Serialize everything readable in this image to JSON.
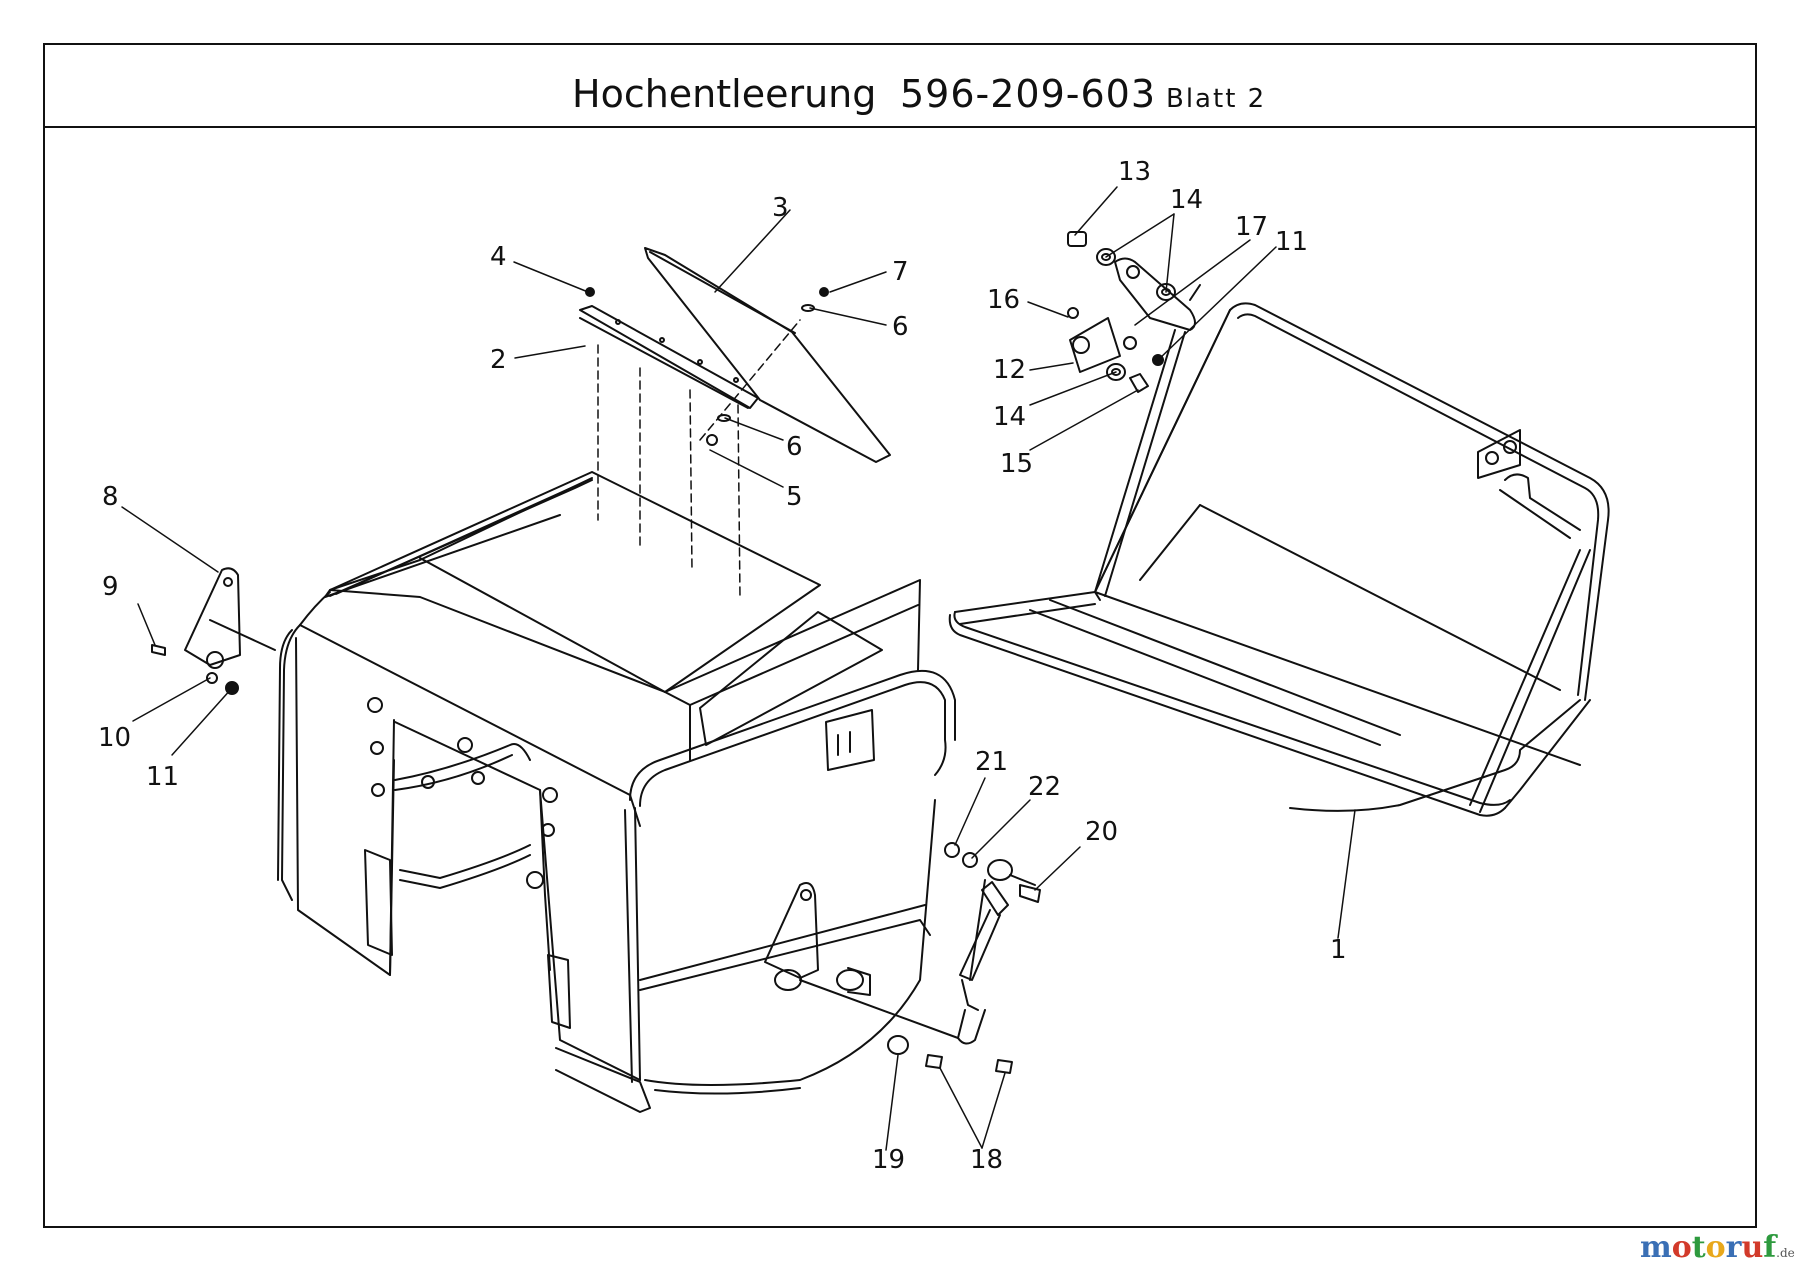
{
  "header": {
    "title": "Hochentleerung",
    "part_number": "596-209-603",
    "sheet": "Blatt 2"
  },
  "callouts": [
    {
      "id": "c1",
      "label": "1"
    },
    {
      "id": "c2",
      "label": "2"
    },
    {
      "id": "c3",
      "label": "3"
    },
    {
      "id": "c4",
      "label": "4"
    },
    {
      "id": "c5",
      "label": "5"
    },
    {
      "id": "c6a",
      "label": "6"
    },
    {
      "id": "c6b",
      "label": "6"
    },
    {
      "id": "c7",
      "label": "7"
    },
    {
      "id": "c8",
      "label": "8"
    },
    {
      "id": "c9",
      "label": "9"
    },
    {
      "id": "c10",
      "label": "10"
    },
    {
      "id": "c11a",
      "label": "11"
    },
    {
      "id": "c11b",
      "label": "11"
    },
    {
      "id": "c12",
      "label": "12"
    },
    {
      "id": "c13",
      "label": "13"
    },
    {
      "id": "c14a",
      "label": "14"
    },
    {
      "id": "c14b",
      "label": "14"
    },
    {
      "id": "c15",
      "label": "15"
    },
    {
      "id": "c16",
      "label": "16"
    },
    {
      "id": "c17",
      "label": "17"
    },
    {
      "id": "c18",
      "label": "18"
    },
    {
      "id": "c19",
      "label": "19"
    },
    {
      "id": "c20",
      "label": "20"
    },
    {
      "id": "c21",
      "label": "21"
    },
    {
      "id": "c22",
      "label": "22"
    }
  ],
  "watermark": {
    "letters": [
      "m",
      "o",
      "t",
      "o",
      "r",
      "u",
      "f"
    ],
    "colors": [
      "#3a6fb5",
      "#d23a2a",
      "#2e9a3e",
      "#e8a81c",
      "#3a6fb5",
      "#d23a2a",
      "#2e9a3e"
    ],
    "suffix": ".de"
  }
}
